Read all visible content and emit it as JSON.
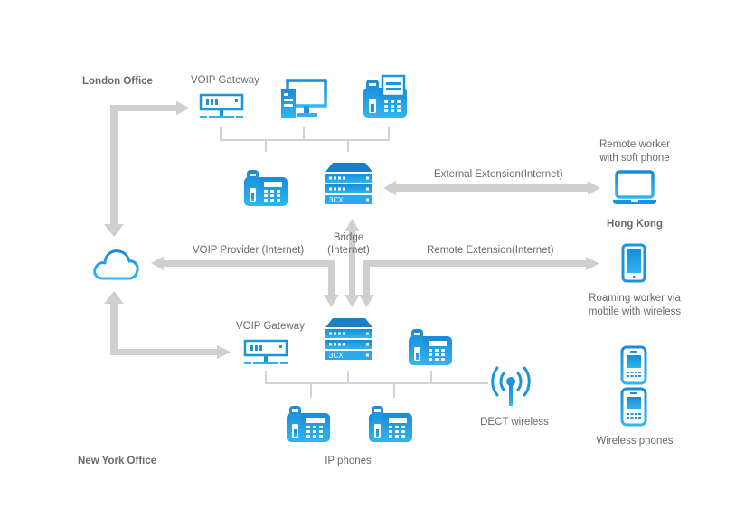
{
  "title": "3CX VoIP network diagram",
  "colors": {
    "icon_blue": "#1a95dc",
    "icon_blue_light": "#2fb3ef",
    "arrow_gray": "#cfcfcf",
    "wire_gray": "#d3d3d3",
    "text_gray": "#6a6a6a"
  },
  "offices": {
    "london": {
      "label": "London Office",
      "gateway_label": "VOIP Gateway",
      "devices": [
        "voip-gateway",
        "desktop-computer",
        "fax-phone",
        "ip-phone",
        "3cx-server"
      ]
    },
    "new_york": {
      "label": "New York Office",
      "gateway_label": "VOIP Gateway",
      "ip_phones_label": "IP phones",
      "dect_label": "DECT wireless",
      "devices": [
        "voip-gateway",
        "3cx-server",
        "ip-phone",
        "ip-phone",
        "ip-phone",
        "dect-antenna"
      ]
    }
  },
  "server": {
    "brand_label": "3CX"
  },
  "links": {
    "external_extension": "External Extension(Internet)",
    "voip_provider": "VOIP Provider (Internet)",
    "bridge_line1": "Bridge",
    "bridge_line2": "(Internet)",
    "remote_extension": "Remote Extension(Internet)"
  },
  "remote": {
    "soft_phone_line1": "Remote worker",
    "soft_phone_line2": "with soft phone",
    "location": "Hong Kong",
    "roaming_line1": "Roaming worker via",
    "roaming_line2": "mobile with wireless",
    "wireless_phones": "Wireless phones"
  },
  "icons": {
    "cloud": "cloud-icon",
    "laptop": "laptop-icon",
    "tablet": "tablet-icon",
    "mobile": "mobile-phone-icon",
    "gateway": "gateway-icon",
    "server": "server-icon",
    "desktop": "desktop-icon",
    "fax": "fax-icon",
    "phone": "ip-phone-icon",
    "antenna": "antenna-icon"
  }
}
